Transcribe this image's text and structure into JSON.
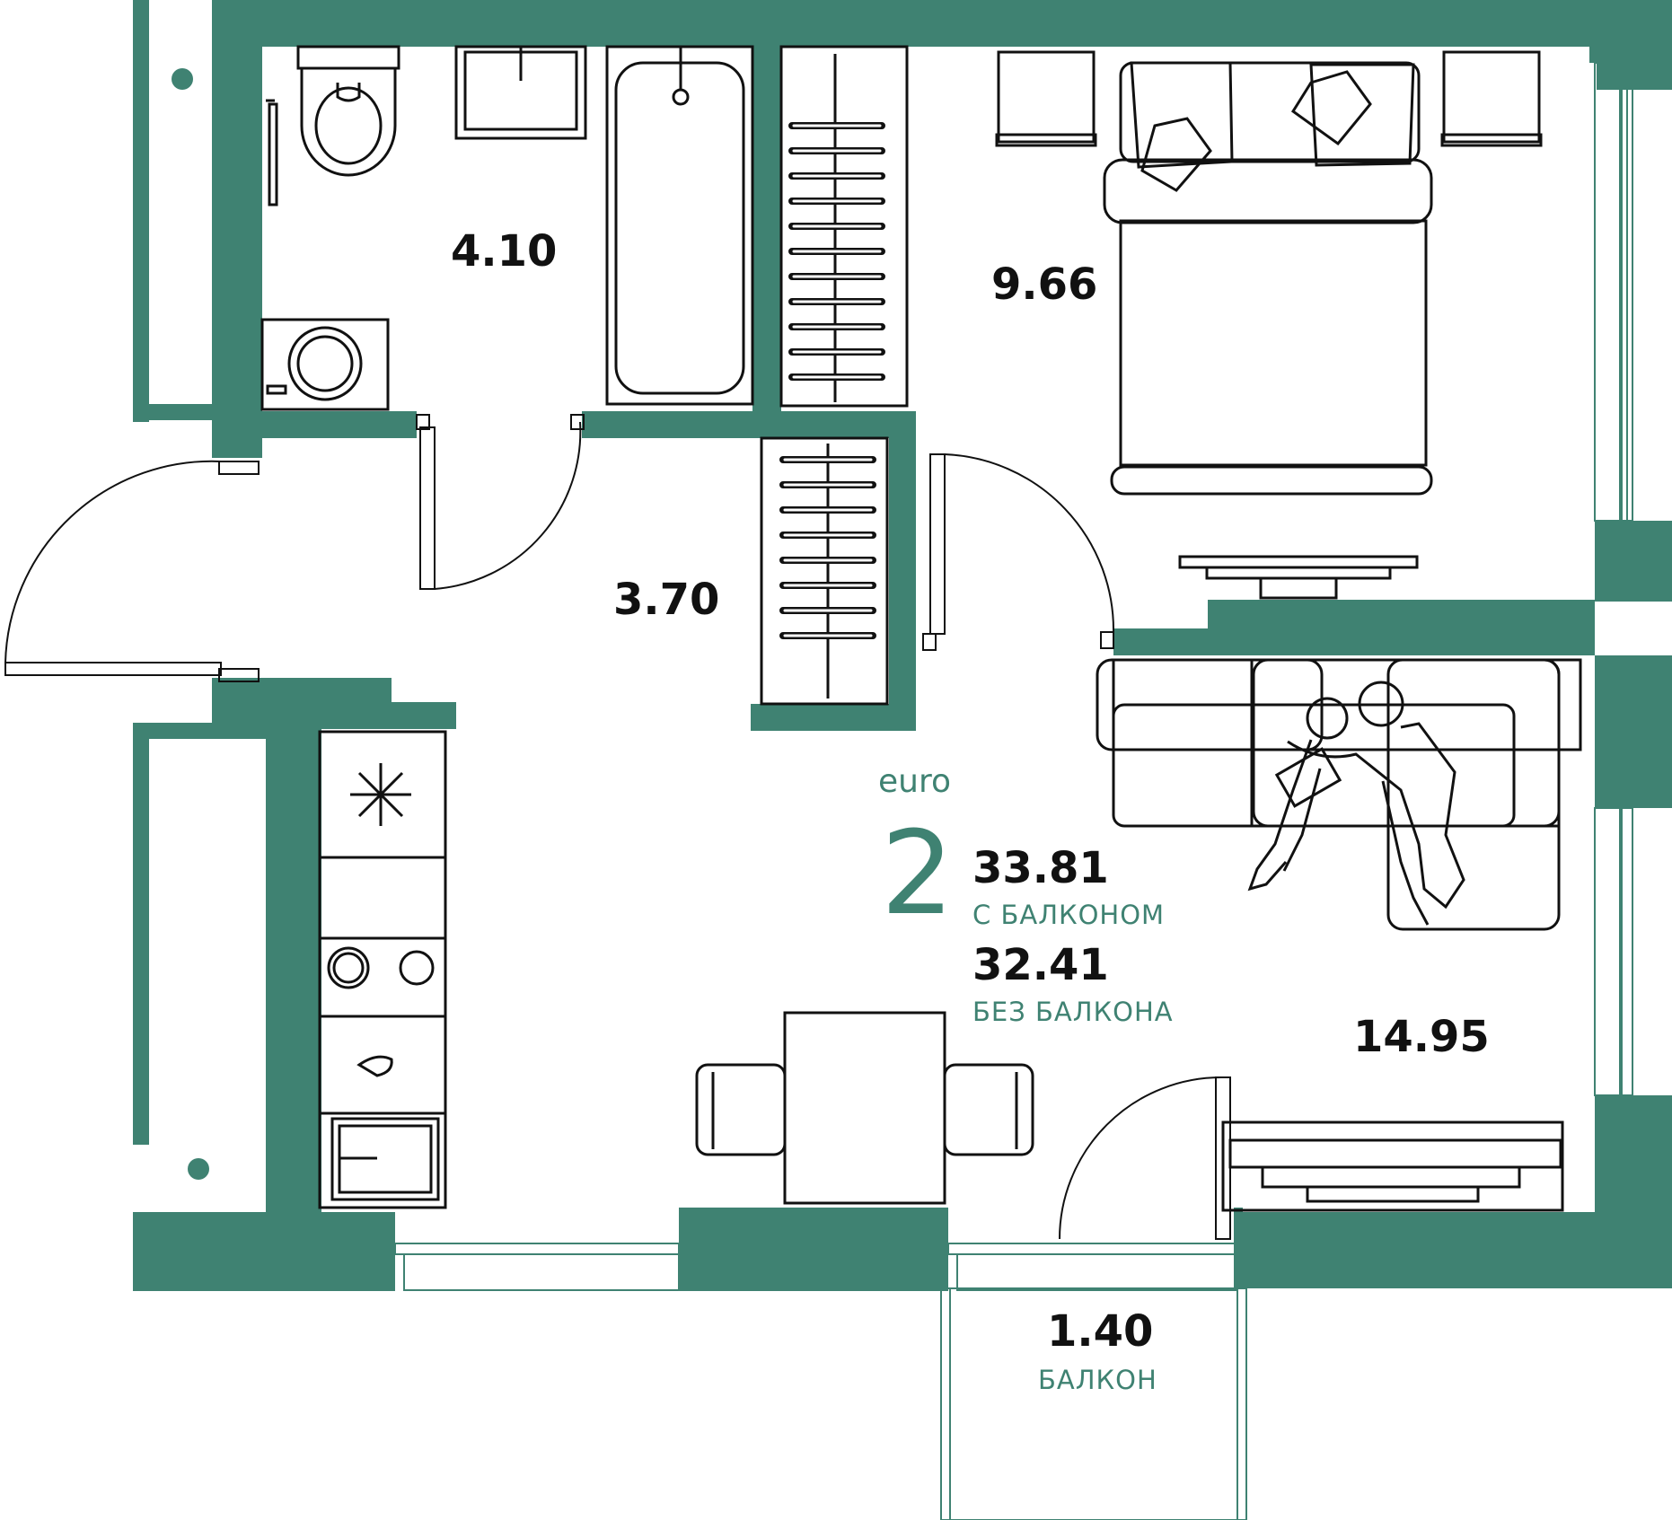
{
  "colors": {
    "wall": "#3f8272",
    "line": "#111111",
    "accent": "#3f8272"
  },
  "summary": {
    "euro": "euro",
    "rooms": "2",
    "area_with_balcony": "33.81",
    "with_balcony_label": "С БАЛКОНОМ",
    "area_without_balcony": "32.41",
    "without_balcony_label": "БЕЗ БАЛКОНА"
  },
  "rooms": {
    "bathroom": "4.10",
    "hallway": "3.70",
    "bedroom": "9.66",
    "living": "14.95",
    "balcony": "1.40",
    "balcony_label": "БАЛКОН"
  }
}
